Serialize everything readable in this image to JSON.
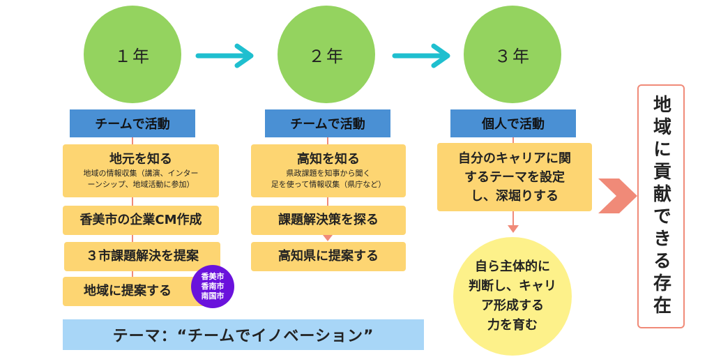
{
  "years": [
    "１年",
    "２年",
    "３年"
  ],
  "column1": {
    "header": "チームで活動",
    "steps": [
      {
        "title": "地元を知る",
        "detail": "地域の情報収集（講演、インター\nーンシップ、地域活動に参加）"
      },
      {
        "title": "香美市の企業CM作成"
      },
      {
        "title": "３市課題解決を提案"
      },
      {
        "title": "地域に提案する"
      }
    ],
    "badge": [
      "香美市",
      "香南市",
      "南国市"
    ]
  },
  "column2": {
    "header": "チームで活動",
    "steps": [
      {
        "title": "高知を知る",
        "detail": "県政課題を知事から聞く\n足を使って情報収集（県庁など）"
      },
      {
        "title": "課題解決策を探る"
      },
      {
        "title": "高知県に提案する"
      }
    ]
  },
  "column3": {
    "header": "個人で活動",
    "box": "自分のキャリアに関\nするテーマを設定\nし、深堀りする",
    "goal": "自ら主体的に\n判断し、キャリ\nア形成する\n力を育む"
  },
  "theme": "テーマ：“チームでイノベーション”",
  "final": "地域に貢献できる存在",
  "colors": {
    "circle": "#94d35f",
    "arrow": "#1fbfcf",
    "header": "#4a90d4",
    "box": "#fdd572",
    "badge": "#6a12dc",
    "theme": "#a8d6f7",
    "goal": "#fdf18a",
    "accent": "#f08a78"
  }
}
